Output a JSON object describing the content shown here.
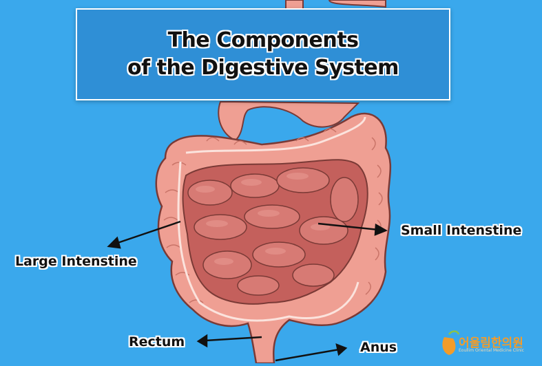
{
  "title": {
    "line1": "The Components",
    "line2": "of the Digestive System"
  },
  "labels": {
    "small_intestine": "Small Intenstine",
    "large_intestine": "Large Intenstine",
    "rectum": "Rectum",
    "anus": "Anus"
  },
  "logo": {
    "name": "어울림한의원",
    "subtitle": "Eoullim Oriental Medicine Clinic"
  },
  "colors": {
    "background": "#3aa8ec",
    "title_box": "#2f8fd6",
    "large_intestine": "#ef9f93",
    "small_intestine": "#c4605c",
    "outline": "#7a3a36",
    "logo_accent": "#f39c2a"
  }
}
